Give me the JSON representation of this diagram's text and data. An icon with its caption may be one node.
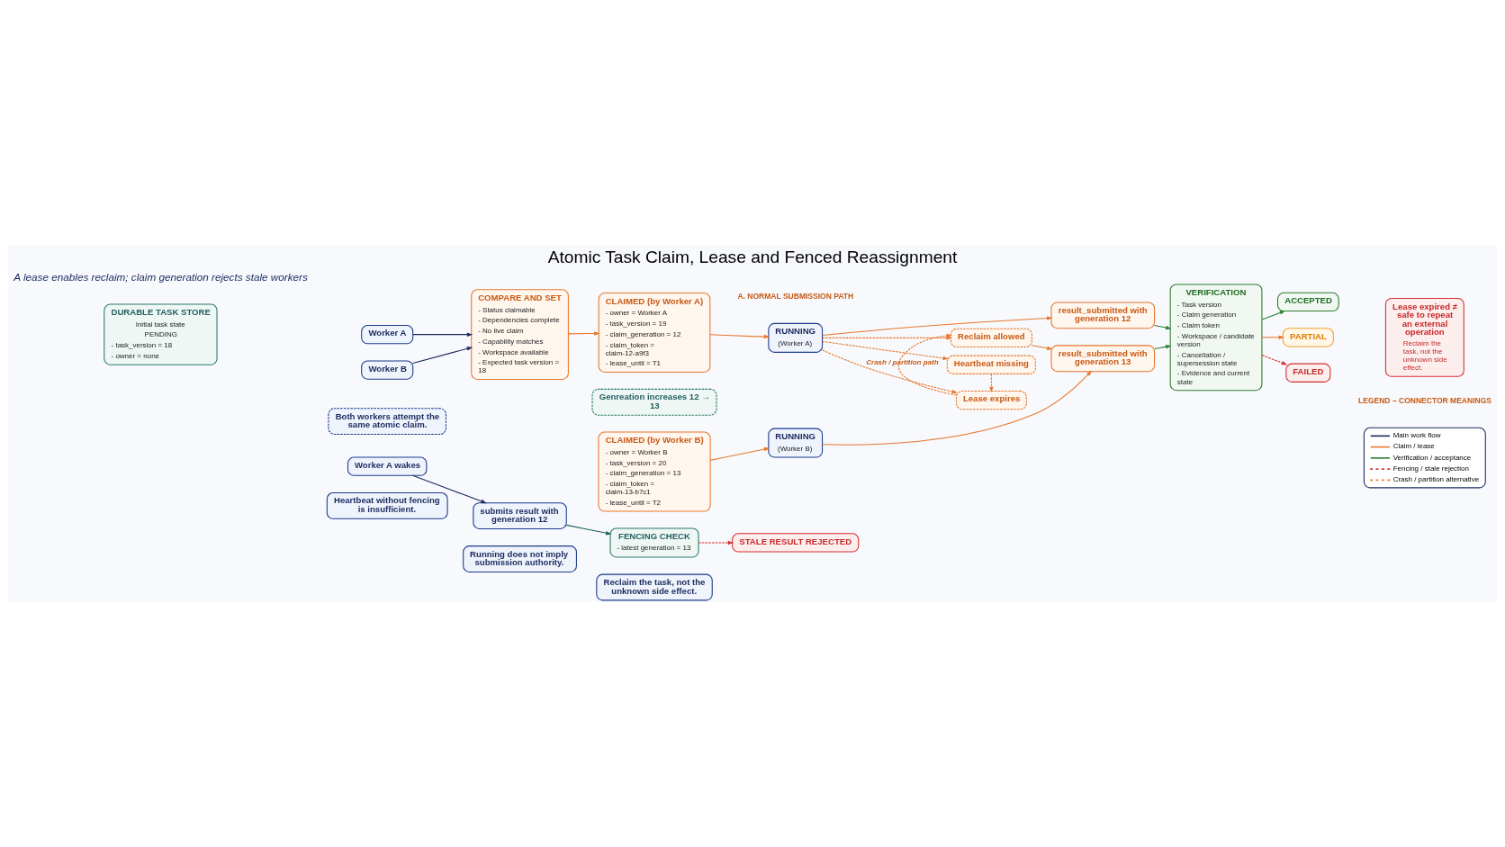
{
  "diagram": {
    "title": "Atomic Task Claim, Lease and Fenced Reassignment",
    "nodes": [
      {
        "text": [
          "DURABLE TASK STORE",
          "Initial task state",
          "PENDING",
          "- task_version = 18",
          "- owner = none"
        ]
      },
      {
        "text": [
          "Worker A"
        ]
      },
      {
        "text": [
          "Worker B"
        ]
      },
      {
        "text": [
          "Both workers attempt the same atomic claim."
        ]
      },
      {
        "text": [
          "COMPARE AND SET",
          "- Status claimable",
          "- Dependencies complete",
          "- No live claim",
          "- Capability matches",
          "- Workspace available",
          "- Expected task version = 18"
        ]
      },
      {
        "text": [
          "CLAIMED (by Worker A)",
          "- owner = Worker A",
          "- task_version = 19",
          "- claim_generation = 12",
          "- claim_token = claim-12-a9f3",
          "- lease_until = T1"
        ]
      },
      {
        "text": [
          "RUNNING",
          "(Worker A)"
        ]
      },
      {
        "text": [
          "result_submitted with generation 12"
        ]
      },
      {
        "text": [
          "Heartbeat missing"
        ]
      },
      {
        "text": [
          "Lease expires"
        ]
      },
      {
        "text": [
          "Reclaim allowed"
        ]
      },
      {
        "text": [
          "Genreation increases 12 → 13"
        ]
      },
      {
        "text": [
          "CLAIMED (by Worker B)",
          "- owner = Worker B",
          "- task_version = 20",
          "- claim_generation = 13",
          "- claim_token = claim-13-b7c1",
          "- lease_until = T2"
        ]
      },
      {
        "text": [
          "RUNNING",
          "(Worker B)"
        ]
      },
      {
        "text": [
          "result_submitted with generation 13"
        ]
      },
      {
        "text": [
          "VERIFICATION",
          "- Task version",
          "- Claim generation",
          "- Claim token",
          "- Workspace / candidate version",
          "- Cancellation / supersession state",
          "- Evidence and current state"
        ]
      },
      {
        "text": [
          "ACCEPTED"
        ]
      },
      {
        "text": [
          "PARTIAL"
        ]
      },
      {
        "text": [
          "FAILED"
        ]
      },
      {
        "text": [
          "Lease expired ≠ safe to repeat an external operation",
          "Reclaim the task, not the unknown side effect."
        ]
      },
      {
        "text": [
          "Worker A wakes"
        ]
      },
      {
        "text": [
          "submits result with generation 12"
        ]
      },
      {
        "text": [
          "FENCING CHECK",
          "- latest generation = 13"
        ]
      },
      {
        "text": [
          "STALE RESULT REJECTED"
        ]
      },
      {
        "text": [
          "Heartbeat without fencing is insufficient."
        ]
      },
      {
        "text": [
          "Running does not imply submission authority."
        ]
      },
      {
        "text": [
          "Reclaim the task, not the unknown side effect."
        ]
      }
    ],
    "edges": [
      {
        "from": 1,
        "to": 4,
        "arrow": "to",
        "color": "#1b2a5e"
      },
      {
        "from": 2,
        "to": 4,
        "arrow": "to",
        "color": "#1b2a5e"
      },
      {
        "from": 4,
        "to": 5,
        "arrow": "to"
      },
      {
        "from": 5,
        "to": 6,
        "arrow": "to"
      },
      {
        "from": 6,
        "to": 7,
        "arrow": "to"
      },
      {
        "from": 7,
        "to": 15,
        "arrow": "to",
        "color": "#2e7d32"
      },
      {
        "from": 6,
        "to": 8,
        "arrow": "to",
        "style": "dashed"
      },
      {
        "from": 6,
        "to": 9,
        "arrow": "to",
        "style": "dashed",
        "label": "Crash / partition path"
      },
      {
        "from": 6,
        "to": 10,
        "arrow": "to",
        "style": "dashed"
      },
      {
        "from": 8,
        "to": 9,
        "arrow": "to",
        "style": "dashed"
      },
      {
        "from": 9,
        "to": 10,
        "arrow": "to",
        "style": "dashed"
      },
      {
        "from": 10,
        "to": 14,
        "arrow": "to"
      },
      {
        "from": 12,
        "to": 13,
        "arrow": "to"
      },
      {
        "from": 13,
        "to": 14,
        "arrow": "to"
      },
      {
        "from": 14,
        "to": 15,
        "arrow": "to",
        "color": "#2e7d32"
      },
      {
        "from": 15,
        "to": 16,
        "arrow": "to",
        "color": "#2e7d32"
      },
      {
        "from": 15,
        "to": 17,
        "arrow": "to"
      },
      {
        "from": 15,
        "to": 18,
        "arrow": "to",
        "style": "dashed",
        "color": "#d32f2f"
      },
      {
        "from": 20,
        "to": 21,
        "arrow": "to",
        "color": "#1b2a5e"
      },
      {
        "from": 21,
        "to": 22,
        "arrow": "to",
        "color": "#1f5f5f"
      },
      {
        "from": 22,
        "to": 23,
        "arrow": "to",
        "style": "dashed",
        "color": "#d32f2f"
      }
    ],
    "labels": [
      "A lease enables reclaim; claim generation rejects stale workers",
      "A. NORMAL SUBMISSION PATH",
      "LEGEND – CONNECTOR MEANINGS"
    ],
    "legend": [
      {
        "text": "Main work flow"
      },
      {
        "text": "Claim / lease"
      },
      {
        "text": "Verification / acceptance"
      },
      {
        "text": "Fencing / stale rejection"
      },
      {
        "text": "Crash / partition alternative"
      }
    ]
  }
}
